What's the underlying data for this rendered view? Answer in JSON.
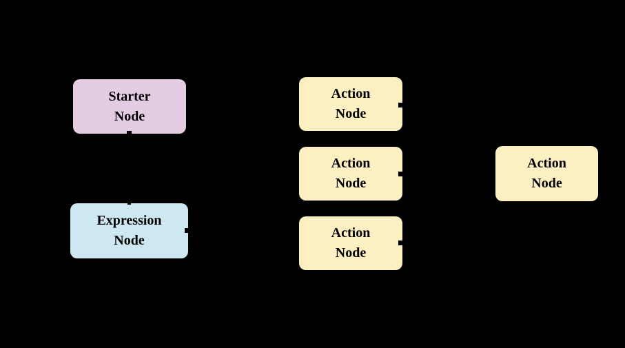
{
  "diagram": {
    "background_color": "#000000",
    "text_color": "#000000",
    "nodes": [
      {
        "id": "starter",
        "line1": "Starter",
        "line2": "Node",
        "fill": "#e4cce2"
      },
      {
        "id": "expression",
        "line1": "Expression",
        "line2": "Node",
        "fill": "#cde8f1"
      },
      {
        "id": "action-1",
        "line1": "Action",
        "line2": "Node",
        "fill": "#fcefc2"
      },
      {
        "id": "action-2",
        "line1": "Action",
        "line2": "Node",
        "fill": "#fcefc2"
      },
      {
        "id": "action-3",
        "line1": "Action",
        "line2": "Node",
        "fill": "#fcefc2"
      },
      {
        "id": "action-4",
        "line1": "Action",
        "line2": "Node",
        "fill": "#fcefc2"
      }
    ]
  }
}
